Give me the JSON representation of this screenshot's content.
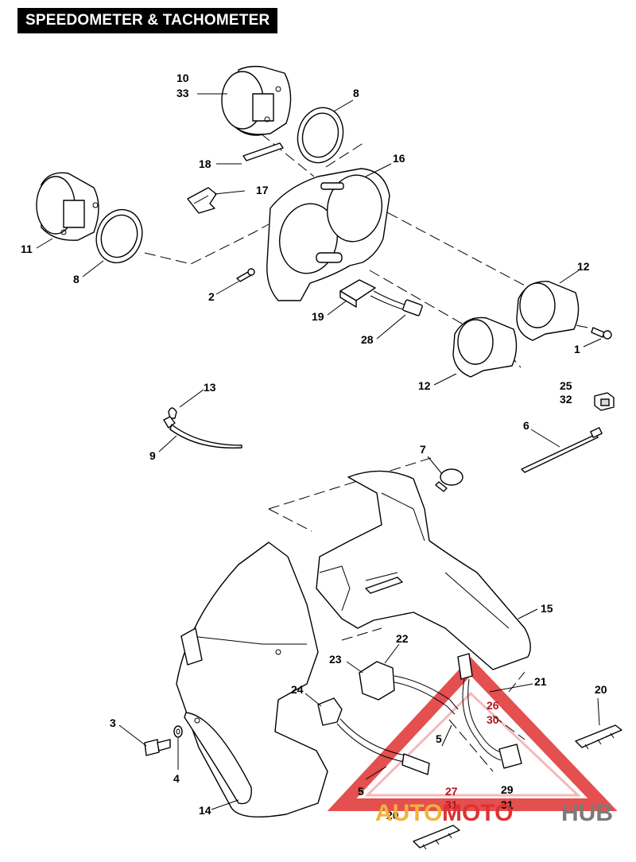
{
  "title": "SPEEDOMETER & TACHOMETER",
  "callouts": {
    "c10": "10",
    "c33": "33",
    "c8a": "8",
    "c18": "18",
    "c16": "16",
    "c17": "17",
    "c11": "11",
    "c8b": "8",
    "c2": "2",
    "c19": "19",
    "c28": "28",
    "c12a": "12",
    "c12b": "12",
    "c1": "1",
    "c25": "25",
    "c32": "32",
    "c13": "13",
    "c9": "9",
    "c6": "6",
    "c7": "7",
    "c15": "15",
    "c22": "22",
    "c23": "23",
    "c21": "21",
    "c24": "24",
    "c26": "26",
    "c30": "30",
    "c20a": "20",
    "c3": "3",
    "c5a": "5",
    "c4": "4",
    "c5b": "5",
    "c27": "27",
    "c31a": "31",
    "c29": "29",
    "c31b": "31",
    "c14": "14",
    "c20b": "20"
  },
  "watermark": {
    "part1": "AUTO",
    "part2": "MOTO",
    "part3": "HUB",
    "colors": {
      "auto": "#f3b13b",
      "moto": "#e03131",
      "hub": "#7a7a7a",
      "triangle": "#e03131"
    }
  }
}
